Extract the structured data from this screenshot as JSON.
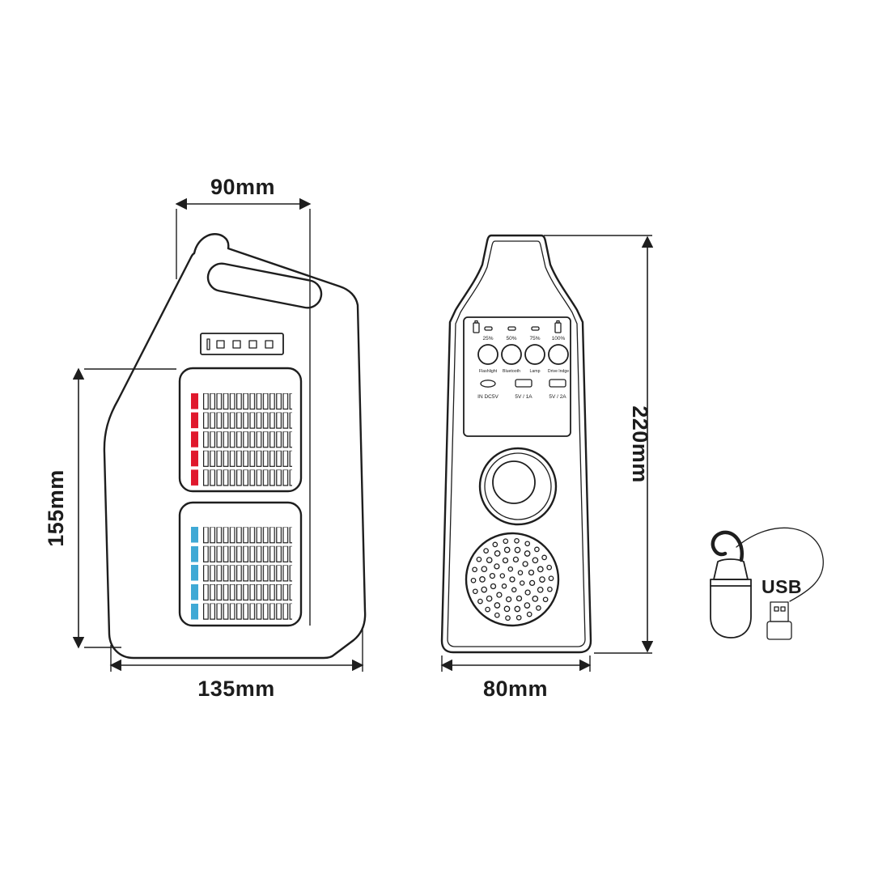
{
  "colors": {
    "line": "#1e1e1e",
    "text": "#1c1c1c",
    "red": "#e0192d",
    "blue": "#3fa9d5"
  },
  "dimensions": {
    "top_width": "90mm",
    "left_height": "155mm",
    "side_bottom_width": "135mm",
    "front_height": "220mm",
    "front_bottom_width": "80mm"
  },
  "front_panel": {
    "battery_levels": [
      "25%",
      "50%",
      "75%",
      "100%"
    ],
    "buttons": [
      "Flashlight",
      "Bluetooth",
      "Lamp",
      "Drive lndge"
    ],
    "ports": [
      "IN DC5V",
      "5V / 1A",
      "5V / 2A"
    ]
  },
  "accessory": {
    "usb_label": "USB"
  }
}
